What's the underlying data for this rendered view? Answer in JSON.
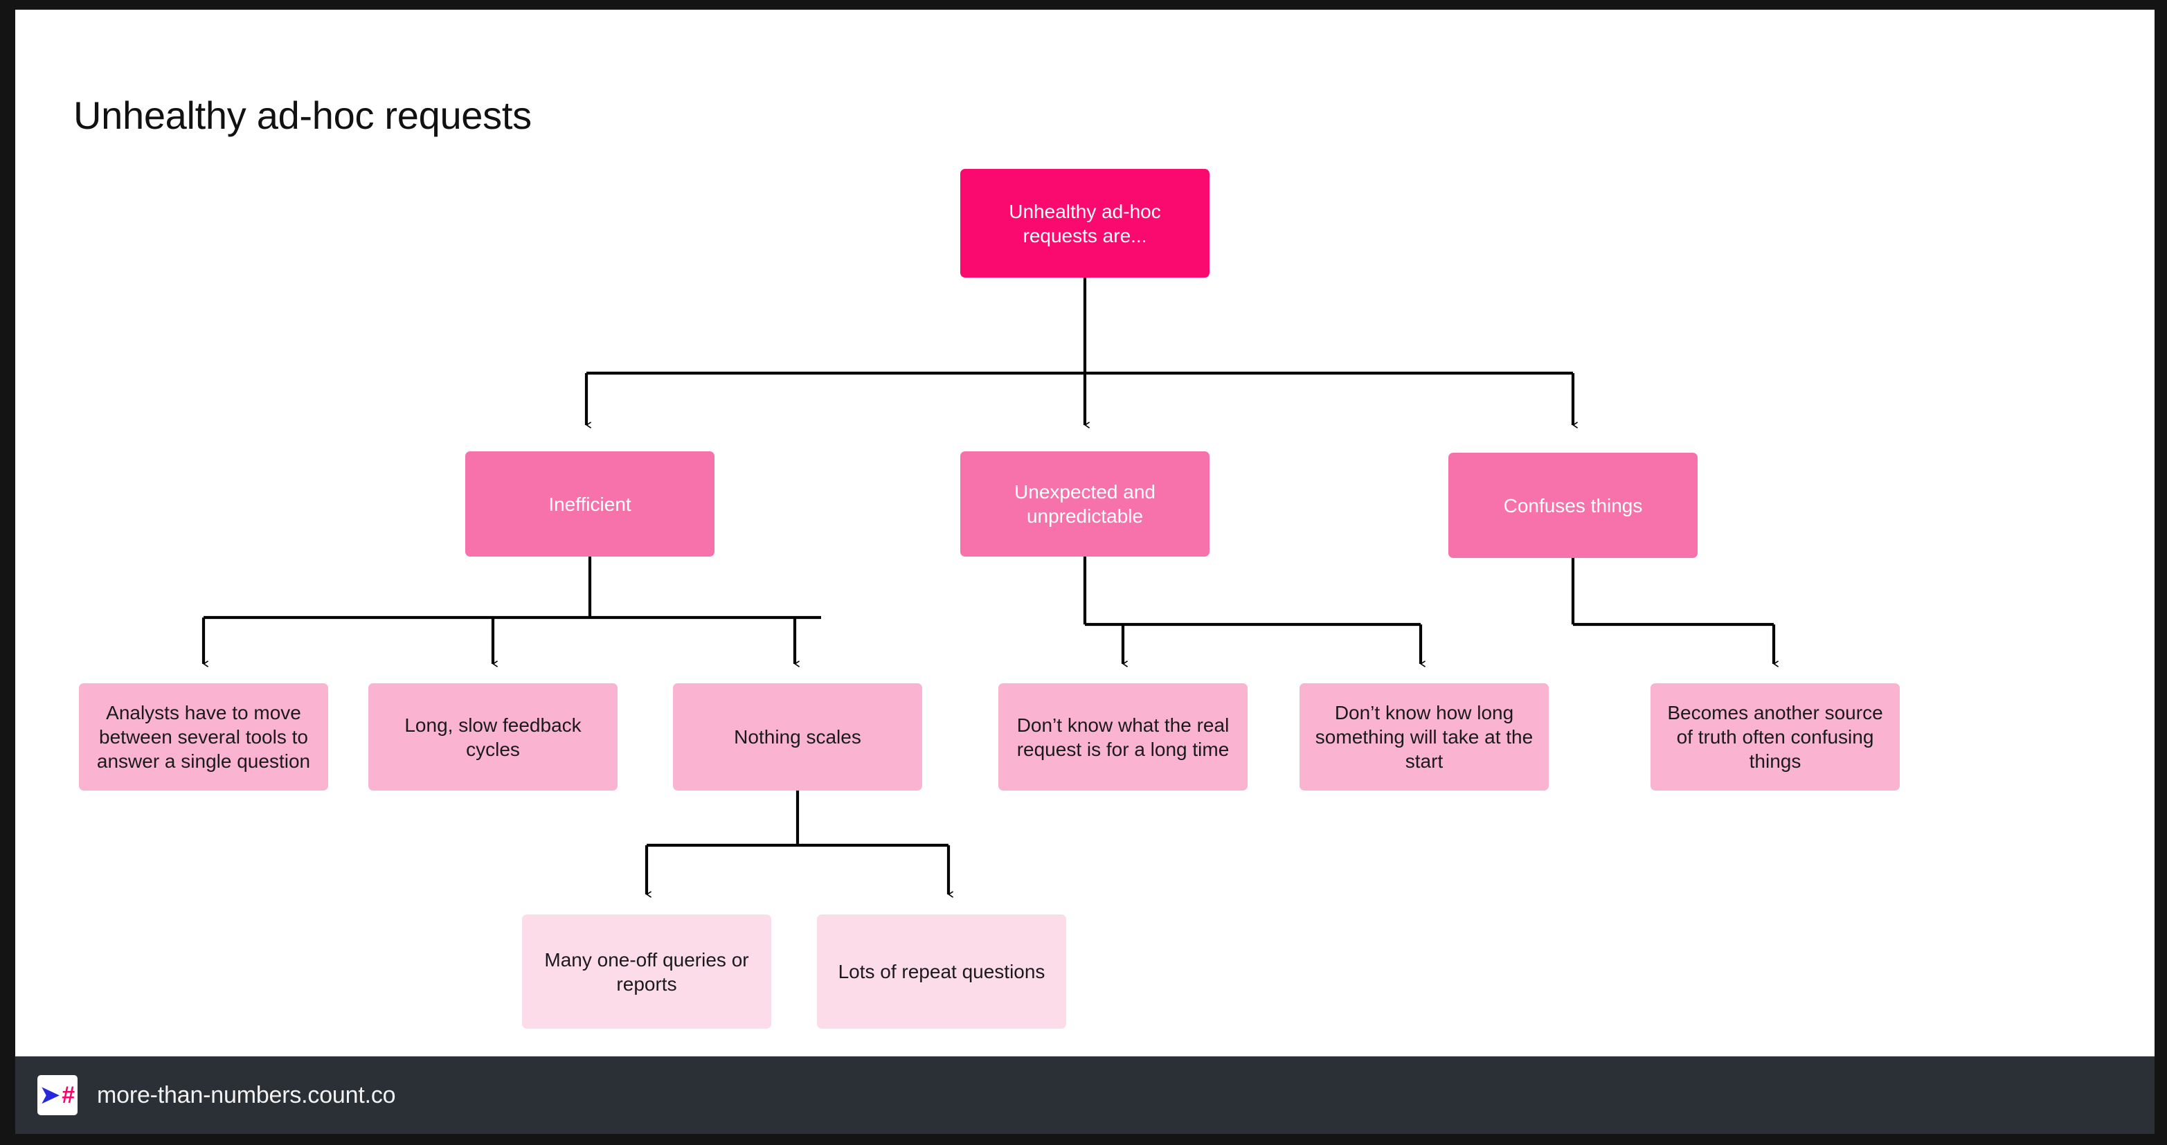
{
  "slide": {
    "title": "Unhealthy ad-hoc requests",
    "background": "#ffffff"
  },
  "colors": {
    "level0": "#FA0A6E",
    "level1": "#F772AB",
    "level2": "#FAB4D2",
    "level3": "#FCDCE8",
    "connector": "#000000",
    "page_background": "#141414",
    "footer_background": "#2b2f36",
    "logo_chevron": "#2727E0",
    "logo_hash": "#F5056A"
  },
  "diagram": {
    "type": "tree",
    "nodes": [
      {
        "id": "root",
        "label": "Unhealthy ad-hoc requests are...",
        "level": 0,
        "parent": null
      },
      {
        "id": "ineff",
        "label": "Inefficient",
        "level": 1,
        "parent": "root"
      },
      {
        "id": "unexp",
        "label": "Unexpected and unpredictable",
        "level": 1,
        "parent": "root"
      },
      {
        "id": "confuse",
        "label": "Confuses things",
        "level": 1,
        "parent": "root"
      },
      {
        "id": "tools",
        "label": "Analysts have to move between several tools to answer a single question",
        "level": 2,
        "parent": "ineff"
      },
      {
        "id": "feedback",
        "label": "Long, slow feedback cycles",
        "level": 2,
        "parent": "ineff"
      },
      {
        "id": "scales",
        "label": "Nothing scales",
        "level": 2,
        "parent": "ineff"
      },
      {
        "id": "realreq",
        "label": "Don’t know what the real request is for a long time",
        "level": 2,
        "parent": "unexp"
      },
      {
        "id": "howlong",
        "label": "Don’t know how long something will take at the start",
        "level": 2,
        "parent": "unexp"
      },
      {
        "id": "source",
        "label": "Becomes another source of truth often confusing things",
        "level": 2,
        "parent": "confuse"
      },
      {
        "id": "oneoff",
        "label": "Many one-off queries or reports",
        "level": 3,
        "parent": "scales"
      },
      {
        "id": "repeat",
        "label": "Lots of repeat questions",
        "level": 3,
        "parent": "scales"
      }
    ]
  },
  "footer": {
    "url": "more-than-numbers.count.co",
    "logo_chevron": "➤",
    "logo_hash": "#"
  }
}
